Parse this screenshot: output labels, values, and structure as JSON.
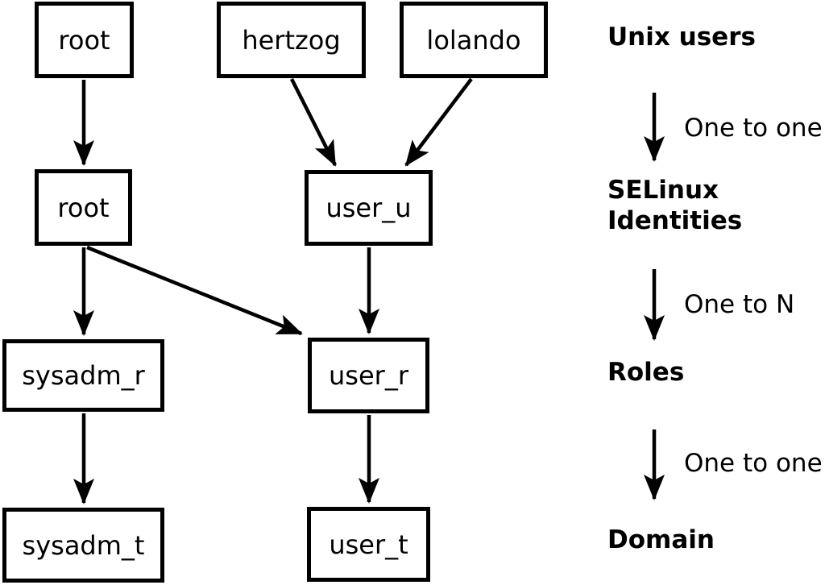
{
  "diagram": {
    "nodes": {
      "unix_root": "root",
      "unix_hertzog": "hertzog",
      "unix_lolando": "lolando",
      "identity_root": "root",
      "identity_user_u": "user_u",
      "role_sysadm_r": "sysadm_r",
      "role_user_r": "user_r",
      "domain_sysadm_t": "sysadm_t",
      "domain_user_t": "user_t"
    },
    "edges": [
      {
        "from": "unix_root",
        "to": "identity_root"
      },
      {
        "from": "unix_hertzog",
        "to": "identity_user_u"
      },
      {
        "from": "unix_lolando",
        "to": "identity_user_u"
      },
      {
        "from": "identity_root",
        "to": "role_sysadm_r"
      },
      {
        "from": "identity_root",
        "to": "role_user_r"
      },
      {
        "from": "identity_user_u",
        "to": "role_user_r"
      },
      {
        "from": "role_sysadm_r",
        "to": "domain_sysadm_t"
      },
      {
        "from": "role_user_r",
        "to": "domain_user_t"
      }
    ]
  },
  "legend": {
    "unix_users": "Unix users",
    "one_to_one_1": "One to one",
    "selinux_identities_line1": "SELinux",
    "selinux_identities_line2": "Identities",
    "one_to_n": "One to N",
    "roles": "Roles",
    "one_to_one_2": "One to one",
    "domain": "Domain"
  },
  "colors": {
    "line": "#000000",
    "box_fill": "#ffffff",
    "background": "#ffffff",
    "text": "#000000"
  }
}
